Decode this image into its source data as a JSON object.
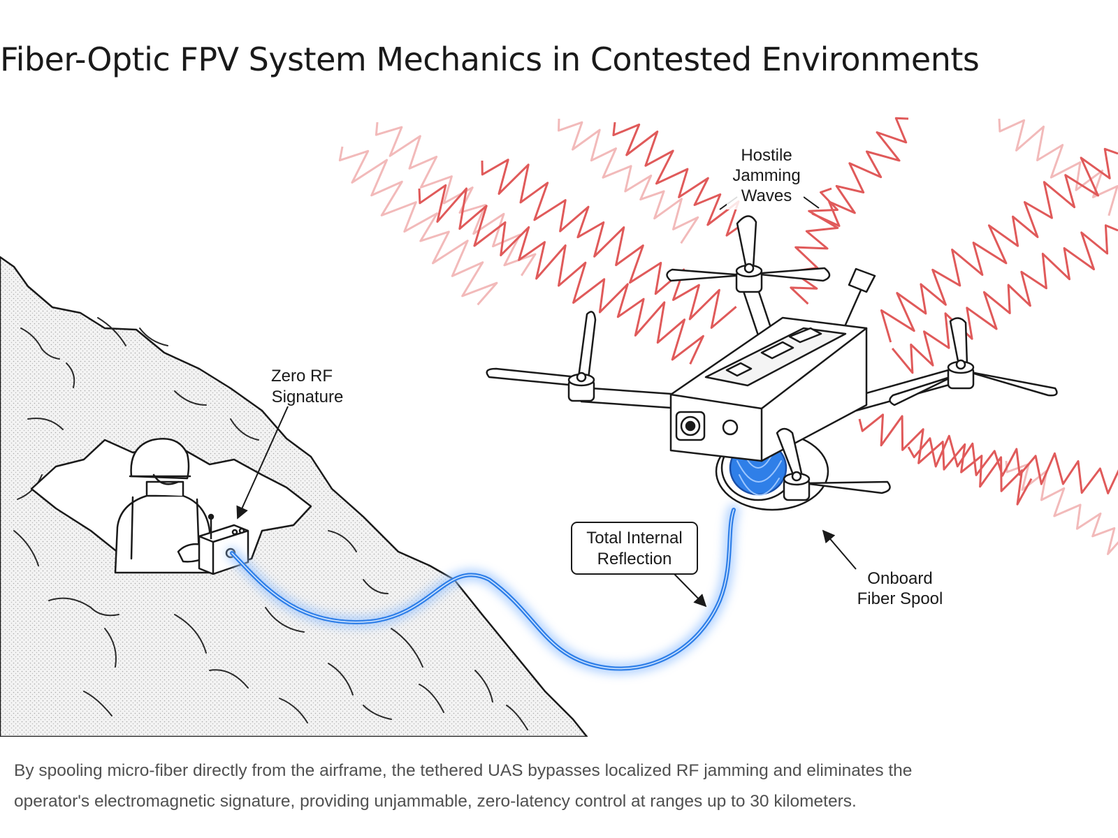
{
  "title": "Fiber-Optic FPV System Mechanics in Contested Environments",
  "labels": {
    "jamming": [
      "Hostile",
      "Jamming",
      "Waves"
    ],
    "zero_rf": [
      "Zero RF",
      "Signature"
    ],
    "tir": [
      "Total Internal",
      "Reflection"
    ],
    "spool": [
      "Onboard",
      "Fiber Spool"
    ]
  },
  "caption": {
    "line1": "By spooling micro-fiber directly from the airframe, the tethered UAS bypasses localized RF jamming and eliminates the",
    "line2": "operator's electromagnetic signature, providing unjammable, zero-latency control at ranges up to 30 kilometers."
  },
  "colors": {
    "jamming": "#e05a5a",
    "fiber": "#2f7fe8",
    "fiber_glow": "#9cc6ff",
    "ink": "#1a1a1a",
    "rock_fill": "#f2f2f2",
    "caption": "#505050"
  }
}
